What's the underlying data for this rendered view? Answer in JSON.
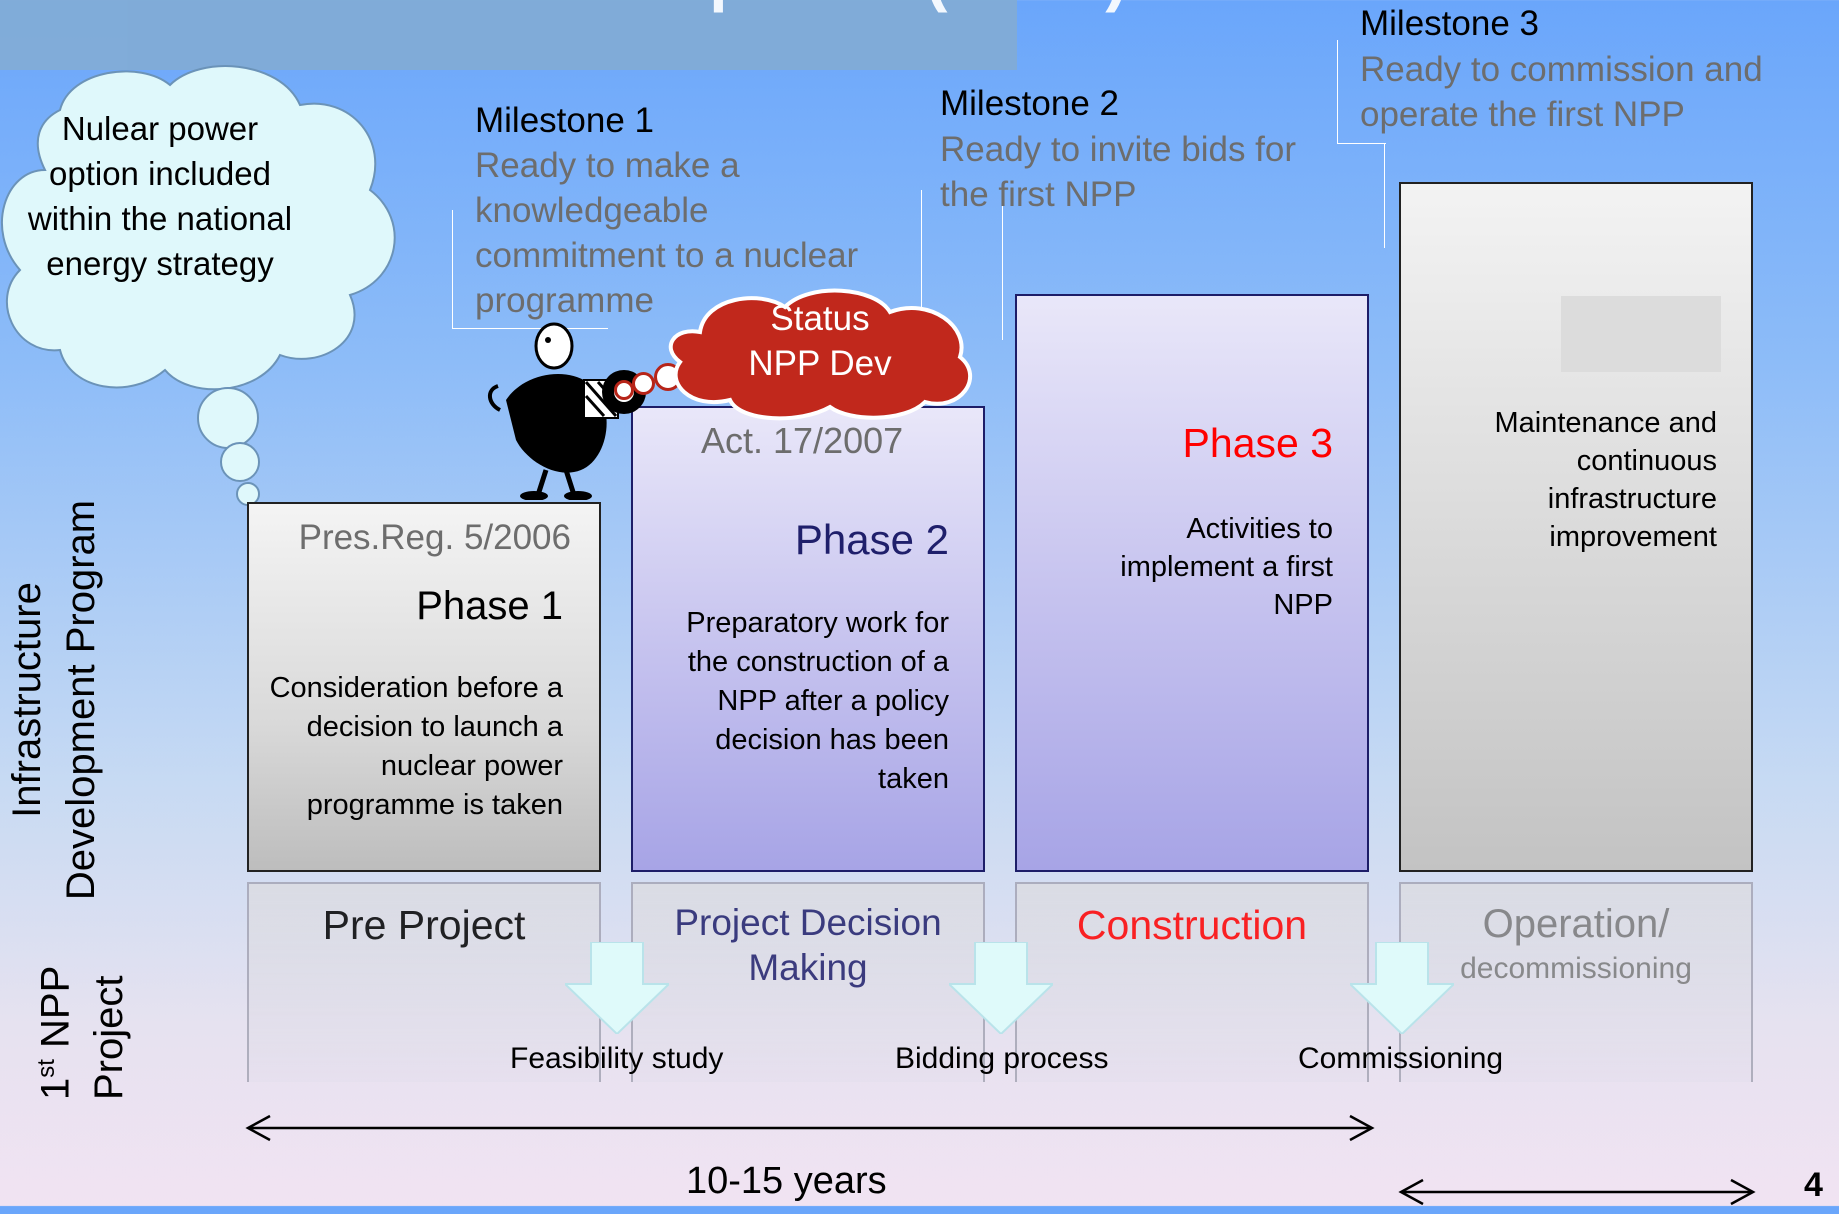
{
  "title": "Phases of development (IAEA)",
  "cloud_text": "Nulear power option included within the national energy strategy",
  "status_cloud": {
    "line1": "Status",
    "line2": "NPP Dev"
  },
  "milestones": [
    {
      "label": "Milestone 1",
      "desc": "Ready to make a knowledgeable commitment to a  nuclear programme"
    },
    {
      "label": "Milestone 2",
      "desc": "Ready to invite bids for the first NPP"
    },
    {
      "label": "Milestone 3",
      "desc": "Ready to commission and operate the first NPP"
    }
  ],
  "row_labels": {
    "infra": "Infrastructure Development Program",
    "project_a": "1",
    "project_sup": "st",
    "project_b": " NPP Project"
  },
  "phases": [
    {
      "reg": "Pres.Reg. 5/2006",
      "name": "Phase 1",
      "desc": "Consideration before a decision to launch a nuclear power programme is taken",
      "color": "#000000"
    },
    {
      "reg": "Act. 17/2007",
      "name": "Phase 2",
      "desc": "Preparatory work for the construction of a NPP after a policy decision has been taken",
      "color": "#1f1f6b"
    },
    {
      "name": "Phase 3",
      "desc": "Activities to implement a first NPP",
      "color": "#ff0000"
    },
    {
      "desc": "Maintenance and continuous infrastructure improvement"
    }
  ],
  "stages": [
    {
      "name": "Pre Project",
      "color": "#000000"
    },
    {
      "name": "Project Decision Making",
      "color": "#1f1f6b"
    },
    {
      "name": "Construction",
      "color": "#ff0000"
    },
    {
      "name": "Operation/",
      "sub": "decommissioning",
      "color": "#7a7a7a"
    }
  ],
  "arrow_labels": [
    "Feasibility study",
    "Bidding process",
    "Commissioning"
  ],
  "duration": "10-15 years",
  "page_number": "4"
}
